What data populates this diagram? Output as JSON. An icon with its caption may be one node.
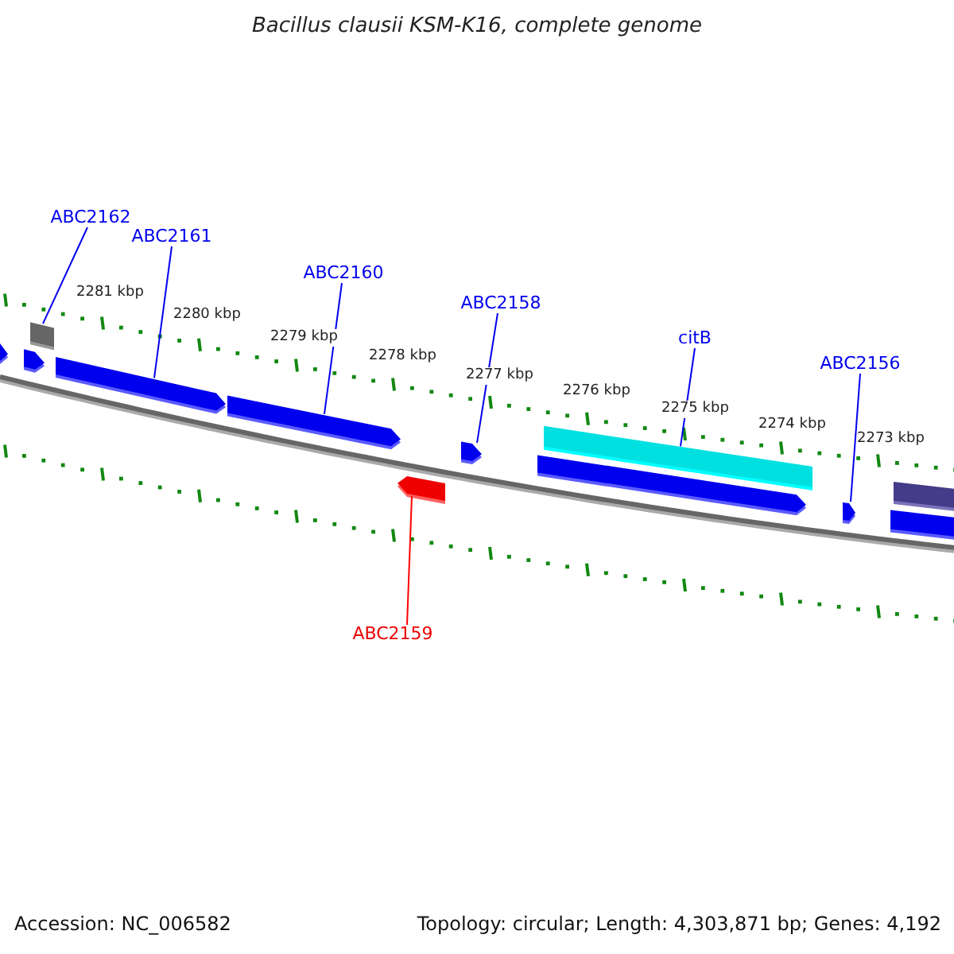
{
  "diagram": {
    "title": "Bacillus clausii KSM-K16, complete genome",
    "nodes": [
      {
        "text": [
          "ABC2162"
        ]
      },
      {
        "text": [
          "ABC2161"
        ]
      },
      {
        "text": [
          "ABC2160"
        ]
      },
      {
        "text": [
          "ABC2158"
        ]
      },
      {
        "text": [
          "citB"
        ]
      },
      {
        "text": [
          "ABC2156"
        ]
      },
      {
        "text": [
          "ABC2159"
        ]
      },
      {
        "text": [],
        "shape": "bar"
      },
      {
        "text": [],
        "shape": "bar"
      },
      {
        "text": [],
        "shape": "box"
      },
      {
        "text": [],
        "shape": "bar"
      },
      {
        "text": [],
        "shape": "bar"
      },
      {
        "text": [],
        "shape": "bar"
      },
      {
        "text": [],
        "shape": "bar"
      },
      {
        "text": [],
        "shape": "bar"
      },
      {
        "text": [],
        "shape": "box"
      },
      {
        "text": [],
        "shape": "bar"
      },
      {
        "text": [],
        "shape": "bar"
      },
      {
        "text": [],
        "shape": "box"
      }
    ],
    "edges": [
      {
        "from": 0,
        "to": 9,
        "arrow": "none"
      },
      {
        "from": 1,
        "to": 10,
        "arrow": "none"
      },
      {
        "from": 2,
        "to": 11,
        "arrow": "none"
      },
      {
        "from": 3,
        "to": 13,
        "arrow": "none"
      },
      {
        "from": 4,
        "to": 15,
        "arrow": "none"
      },
      {
        "from": 5,
        "to": 16,
        "arrow": "none"
      },
      {
        "from": 6,
        "to": 12,
        "arrow": "none",
        "color": "#ff0000"
      }
    ],
    "labels": [
      "2281 kbp",
      "2280 kbp",
      "2279 kbp",
      "2278 kbp",
      "2277 kbp",
      "2276 kbp",
      "2275 kbp",
      "2274 kbp",
      "2273 kbp",
      "Accession: NC_006582",
      "Topology: circular; Length: 4,303,871 bp; Genes: 4,192"
    ]
  }
}
